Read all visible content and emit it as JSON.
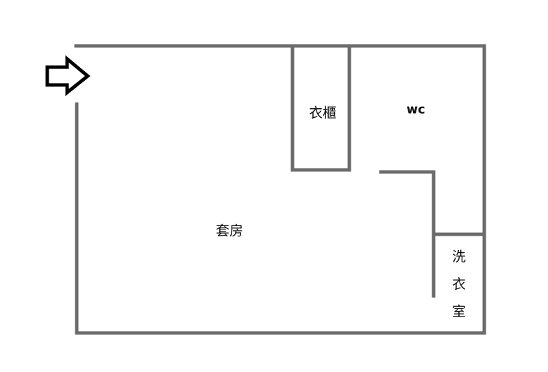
{
  "colors": {
    "wall": "#6b6b6b",
    "arrow": "#000000"
  },
  "icons": {
    "entrance": "entrance-arrow-icon"
  },
  "rooms": {
    "wardrobe": "衣櫃",
    "wc": "wc",
    "suite": "套房",
    "laundry": [
      "洗",
      "衣",
      "室"
    ]
  }
}
